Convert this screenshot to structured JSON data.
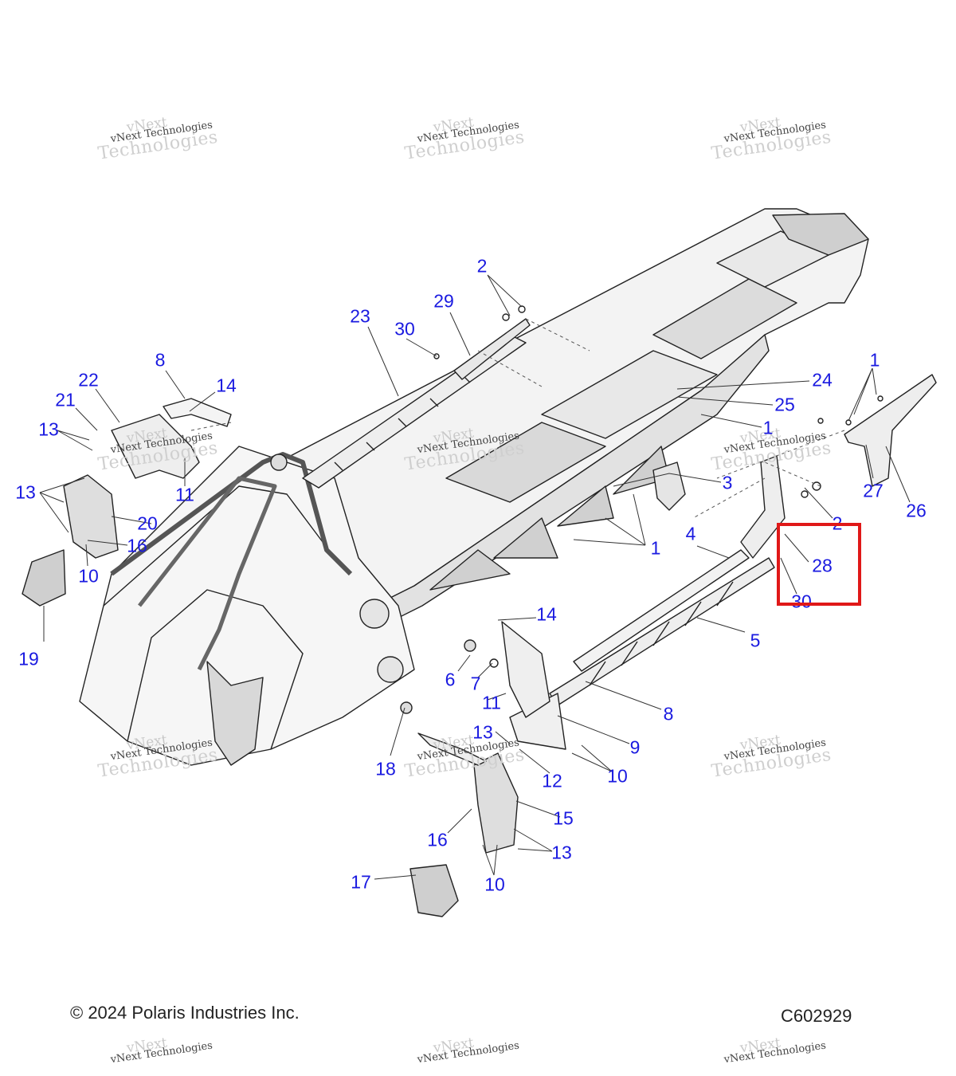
{
  "callouts": [
    {
      "id": "c2a",
      "label": "2"
    },
    {
      "id": "c29",
      "label": "29"
    },
    {
      "id": "c23",
      "label": "23"
    },
    {
      "id": "c30a",
      "label": "30"
    },
    {
      "id": "c8a",
      "label": "8"
    },
    {
      "id": "c14a",
      "label": "14"
    },
    {
      "id": "c22",
      "label": "22"
    },
    {
      "id": "c21",
      "label": "21"
    },
    {
      "id": "c13a",
      "label": "13"
    },
    {
      "id": "c11a",
      "label": "11"
    },
    {
      "id": "c13b",
      "label": "13"
    },
    {
      "id": "c20",
      "label": "20"
    },
    {
      "id": "c16a",
      "label": "16"
    },
    {
      "id": "c10a",
      "label": "10"
    },
    {
      "id": "c19",
      "label": "19"
    },
    {
      "id": "c24",
      "label": "24"
    },
    {
      "id": "c25",
      "label": "25"
    },
    {
      "id": "c1a",
      "label": "1"
    },
    {
      "id": "c1b",
      "label": "1"
    },
    {
      "id": "c3",
      "label": "3"
    },
    {
      "id": "c1c",
      "label": "1"
    },
    {
      "id": "c27",
      "label": "27"
    },
    {
      "id": "c26",
      "label": "26"
    },
    {
      "id": "c2b",
      "label": "2"
    },
    {
      "id": "c4",
      "label": "4"
    },
    {
      "id": "c28",
      "label": "28"
    },
    {
      "id": "c30b",
      "label": "30"
    },
    {
      "id": "c5",
      "label": "5"
    },
    {
      "id": "c14b",
      "label": "14"
    },
    {
      "id": "c6",
      "label": "6"
    },
    {
      "id": "c7",
      "label": "7"
    },
    {
      "id": "c11b",
      "label": "11"
    },
    {
      "id": "c8b",
      "label": "8"
    },
    {
      "id": "c9",
      "label": "9"
    },
    {
      "id": "c13c",
      "label": "13"
    },
    {
      "id": "c18",
      "label": "18"
    },
    {
      "id": "c12",
      "label": "12"
    },
    {
      "id": "c10b",
      "label": "10"
    },
    {
      "id": "c15",
      "label": "15"
    },
    {
      "id": "c16b",
      "label": "16"
    },
    {
      "id": "c13d",
      "label": "13"
    },
    {
      "id": "c17",
      "label": "17"
    },
    {
      "id": "c10c",
      "label": "10"
    }
  ],
  "watermark": {
    "line1": "vNext Technologies",
    "line2": "Technologies",
    "line3": "vNext"
  },
  "footer": {
    "copyright": "© 2024 Polaris Industries Inc.",
    "figure_code": "C602929"
  },
  "colors": {
    "callout": "#1a1ae0",
    "highlight": "#e01818",
    "line": "#222222"
  }
}
